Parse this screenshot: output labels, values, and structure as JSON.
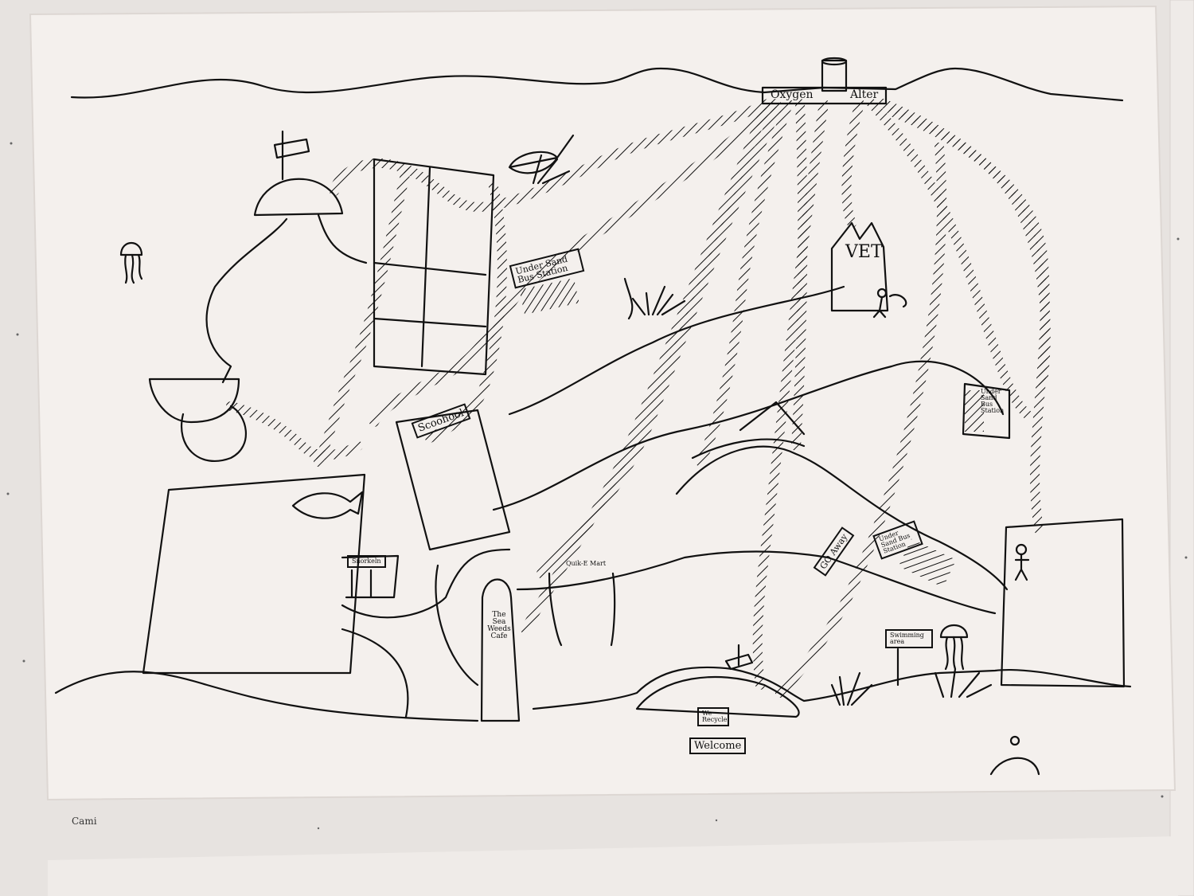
{
  "drawing": {
    "signs": {
      "oxygen": "Oxygen",
      "alter": "Alter",
      "vet": "VET",
      "school": "Scoohool",
      "bus_station": "Under Sand Bus Station",
      "welcome": "Welcome",
      "go_away": "GO Away",
      "cafe": "The Sea Weeds Cafe",
      "snorkel": "Snorkeln",
      "quik_mart": "Quik-E Mart",
      "we_recycle": "We Recycle",
      "swimming_area": "Swimming area",
      "bus_station_right": "Under Sand Bus Station",
      "under_sand_bus_station_lower": "Under Sand Bus Station"
    },
    "artist_name_bottom_left": "Cami"
  },
  "colors": {
    "paper": "#f3efec",
    "board": "#e6e2df",
    "ink": "#111111"
  }
}
